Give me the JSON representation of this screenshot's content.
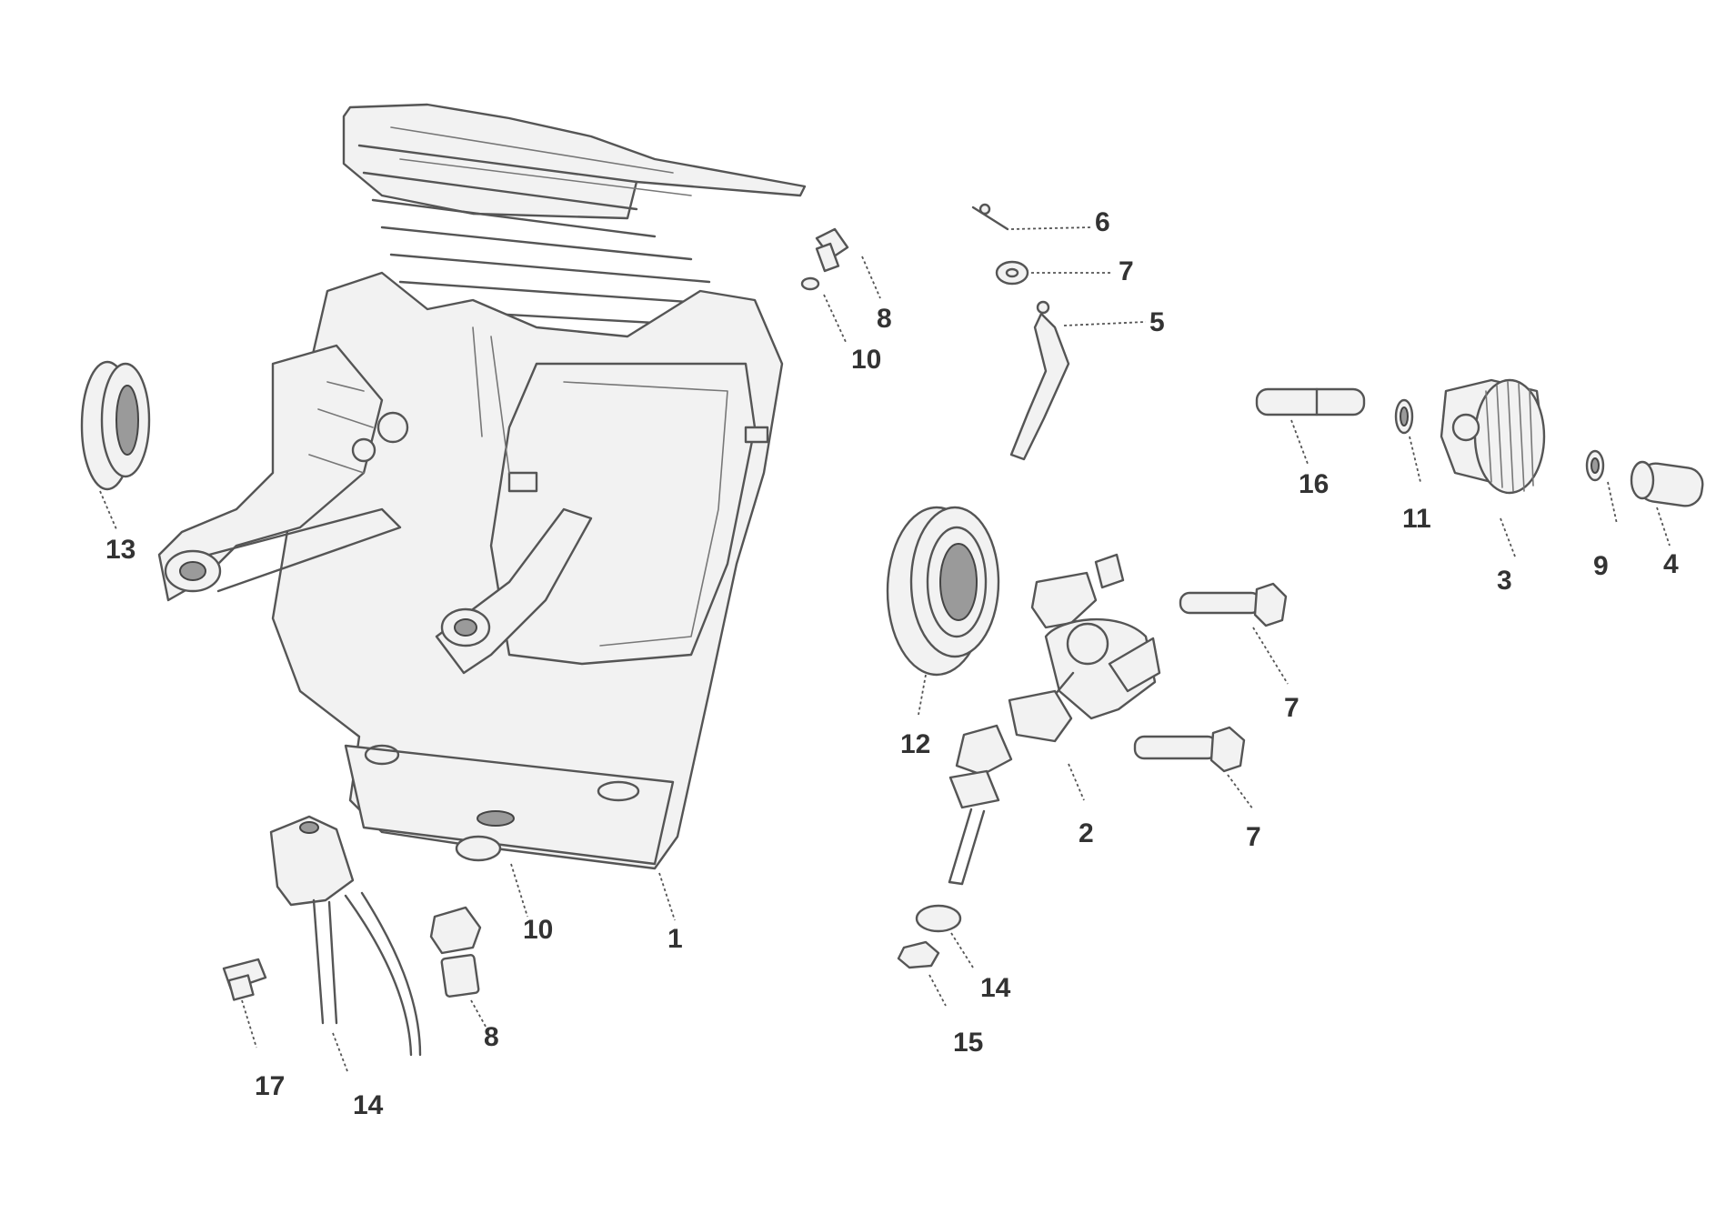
{
  "callouts": {
    "c1": "1",
    "c2": "2",
    "c3": "3",
    "c4": "4",
    "c5": "5",
    "c6": "6",
    "c7a": "7",
    "c7b": "7",
    "c7c": "7",
    "c8a": "8",
    "c8b": "8",
    "c9": "9",
    "c10a": "10",
    "c10b": "10",
    "c11": "11",
    "c12": "12",
    "c13": "13",
    "c14a": "14",
    "c14b": "14",
    "c15": "15",
    "c16": "16",
    "c17": "17"
  }
}
